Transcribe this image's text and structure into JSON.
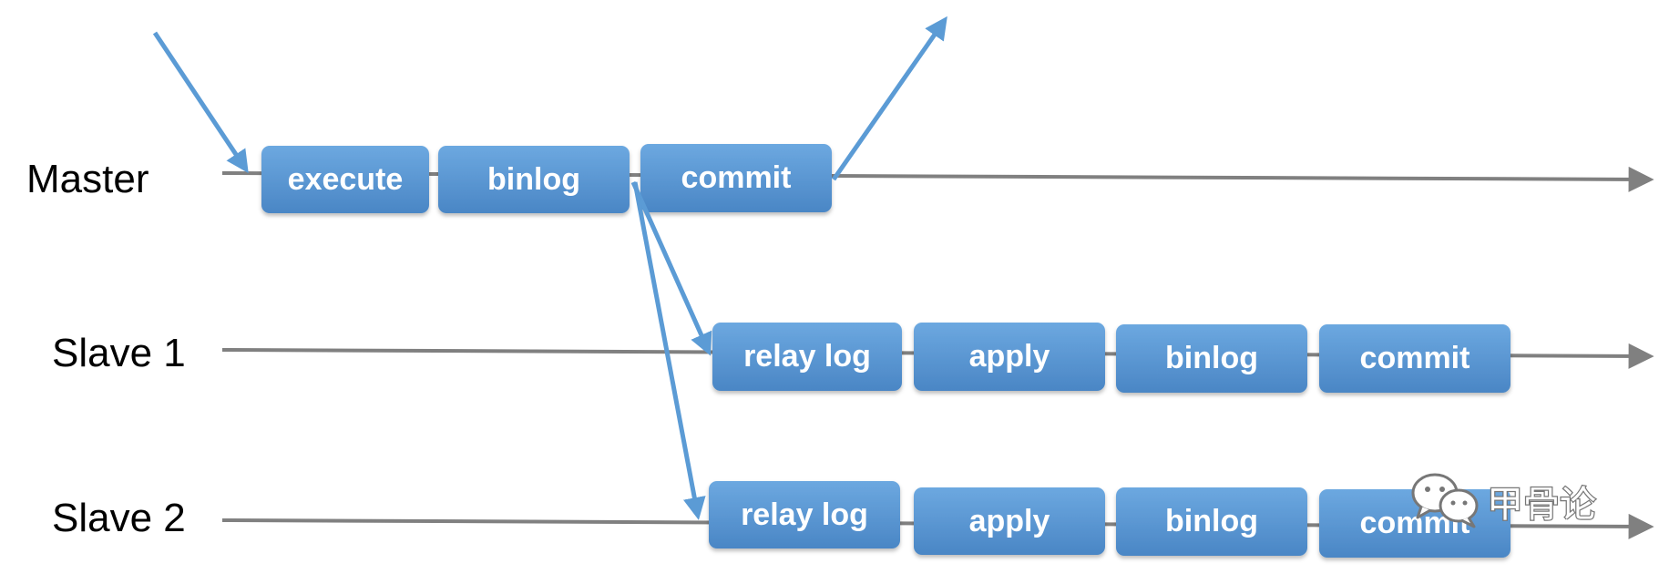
{
  "rows": [
    {
      "label": "Master",
      "steps": [
        "execute",
        "binlog",
        "commit"
      ]
    },
    {
      "label": "Slave 1",
      "steps": [
        "relay log",
        "apply",
        "binlog",
        "commit"
      ]
    },
    {
      "label": "Slave 2",
      "steps": [
        "relay log",
        "apply",
        "binlog",
        "commit"
      ]
    }
  ],
  "watermark": {
    "text": "甲骨论",
    "icon": "wechat-icon"
  },
  "colors": {
    "box_fill": "#5B9BD5",
    "arrow": "#5B9BD5",
    "timeline": "#808080",
    "text": "#000000"
  }
}
